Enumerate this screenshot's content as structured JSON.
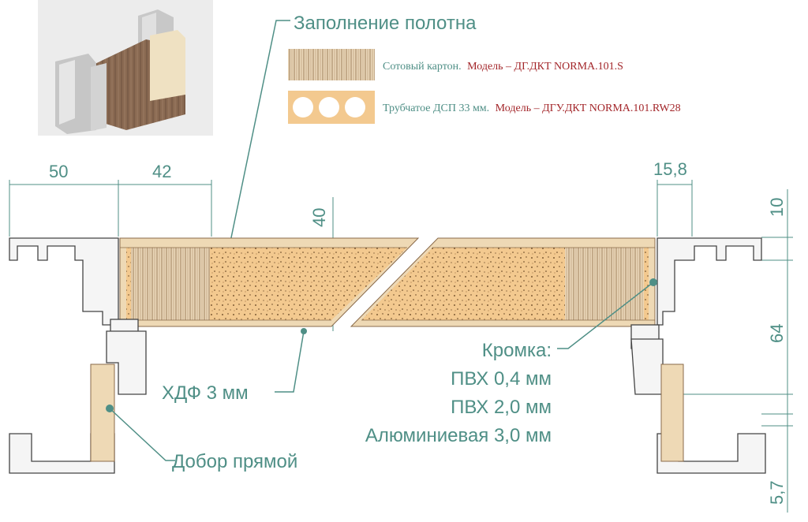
{
  "title": "Заполнение полотна",
  "legend": [
    {
      "material": "Сотовый картон.",
      "model": "Модель – ДГ.ДКТ NORMA.101.S"
    },
    {
      "material": "Трубчатое ДСП 33 мм.",
      "model": "Модель – ДГУ.ДКТ NORMA.101.RW28"
    }
  ],
  "dimensions": {
    "d50": "50",
    "d42": "42",
    "d40": "40",
    "d15_8": "15,8",
    "d10": "10",
    "d64": "64",
    "d5_7": "5,7"
  },
  "labels": {
    "hdf": "ХДФ 3 мм",
    "dobor": "Добор прямой",
    "kromka": "Кромка:",
    "pvc04": "ПВХ 0,4 мм",
    "pvc20": "ПВХ 2,0 мм",
    "alu": "Алюминиевая 3,0 мм"
  },
  "colors": {
    "accent": "#4f8f86",
    "model_text": "#a3262a",
    "mdf": "#eed9b5",
    "chipboard": "#f3c98f",
    "profile": "#f5f5f5"
  }
}
